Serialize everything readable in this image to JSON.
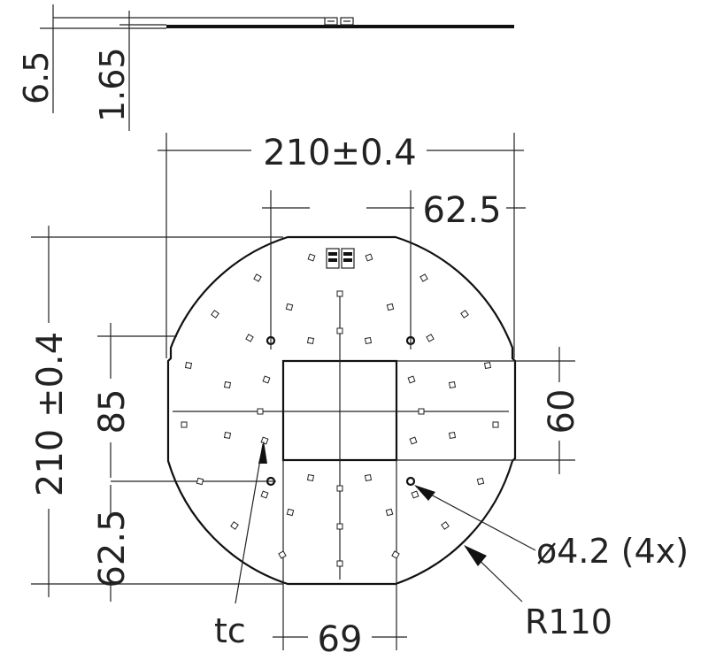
{
  "side_view": {
    "thickness_total": "6.5",
    "thickness_pcb": "1.65"
  },
  "front_view": {
    "width": "210±0.4",
    "height": "210 ±0.4",
    "hole_offset_x": "62.5",
    "hole_offset_y": "62.5",
    "window_height_ref": "85",
    "window_height": "60",
    "window_width": "69",
    "hole_label": "ø4.2 (4x)",
    "radius_label": "R110",
    "tc_label": "tc"
  },
  "colors": {
    "line": "#111111",
    "background": "#ffffff"
  }
}
